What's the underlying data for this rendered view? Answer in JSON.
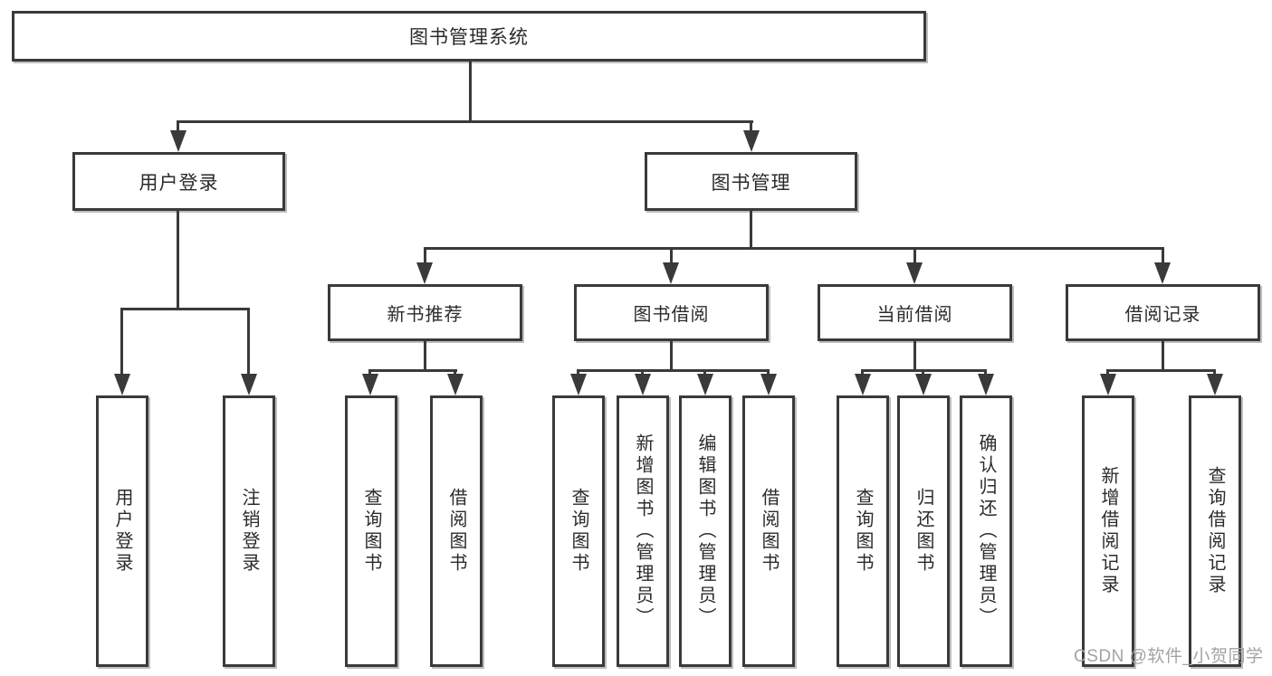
{
  "diagram": {
    "root": {
      "label": "图书管理系统"
    },
    "level2": [
      {
        "label": "用户登录"
      },
      {
        "label": "图书管理"
      }
    ],
    "level3": [
      {
        "label": "新书推荐"
      },
      {
        "label": "图书借阅"
      },
      {
        "label": "当前借阅"
      },
      {
        "label": "借阅记录"
      }
    ],
    "leaves": {
      "user_login": [
        "用户登录",
        "注销登录"
      ],
      "new_books": [
        "查询图书",
        "借阅图书"
      ],
      "book_borrow": [
        "查询图书",
        "新增图书（管理员）",
        "编辑图书（管理员）",
        "借阅图书"
      ],
      "current_borrow": [
        "查询图书",
        "归还图书",
        "确认归还（管理员）"
      ],
      "borrow_records": [
        "新增借阅记录",
        "查询借阅记录"
      ]
    }
  },
  "watermark": {
    "text": "CSDN @软件_小贺同学"
  },
  "colors": {
    "line": "#3a3a3a",
    "text": "#2b2b2b",
    "background": "#ffffff",
    "watermark": "#a3a3a3"
  }
}
